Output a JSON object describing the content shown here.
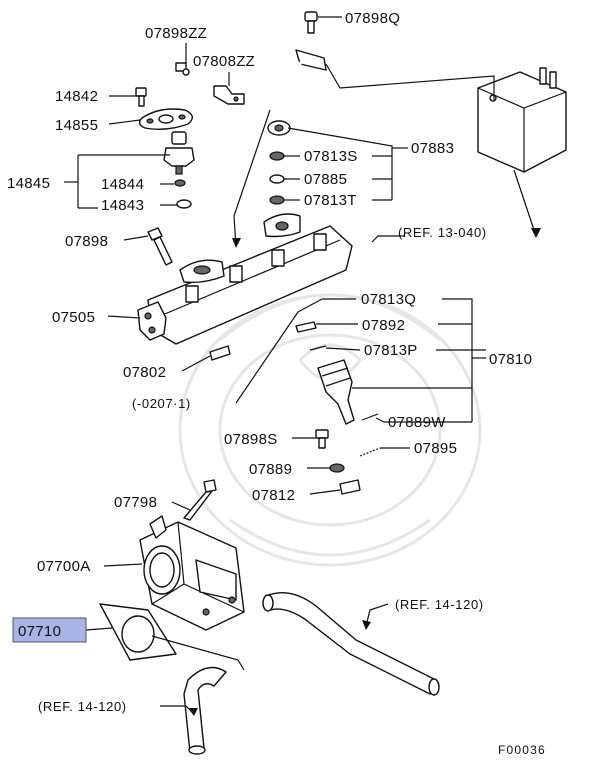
{
  "labels": {
    "p07898Q": "07898Q",
    "p07898ZZ": "07898ZZ",
    "p07808ZZ": "07808ZZ",
    "p14842": "14842",
    "p14855": "14855",
    "p14845": "14845",
    "p14844": "14844",
    "p14843": "14843",
    "p07813S": "07813S",
    "p07883": "07883",
    "p07885": "07885",
    "p07813T": "07813T",
    "ref13040": "(REF. 13-040)",
    "p07898": "07898",
    "p07505": "07505",
    "p07813Q": "07813Q",
    "p07892": "07892",
    "p07813P": "07813P",
    "p07810": "07810",
    "p07802": "07802",
    "date0207": "(-0207·1)",
    "p07889W": "07889W",
    "p07898S": "07898S",
    "p07895": "07895",
    "p07889": "07889",
    "p07812": "07812",
    "p07798": "07798",
    "p07700A": "07700A",
    "p07710": "07710",
    "ref14120a": "(REF. 14-120)",
    "ref14120b": "(REF. 14-120)",
    "figcode": "F00036"
  },
  "highlight": {
    "part": "07710",
    "color": "#a9b3e6"
  }
}
